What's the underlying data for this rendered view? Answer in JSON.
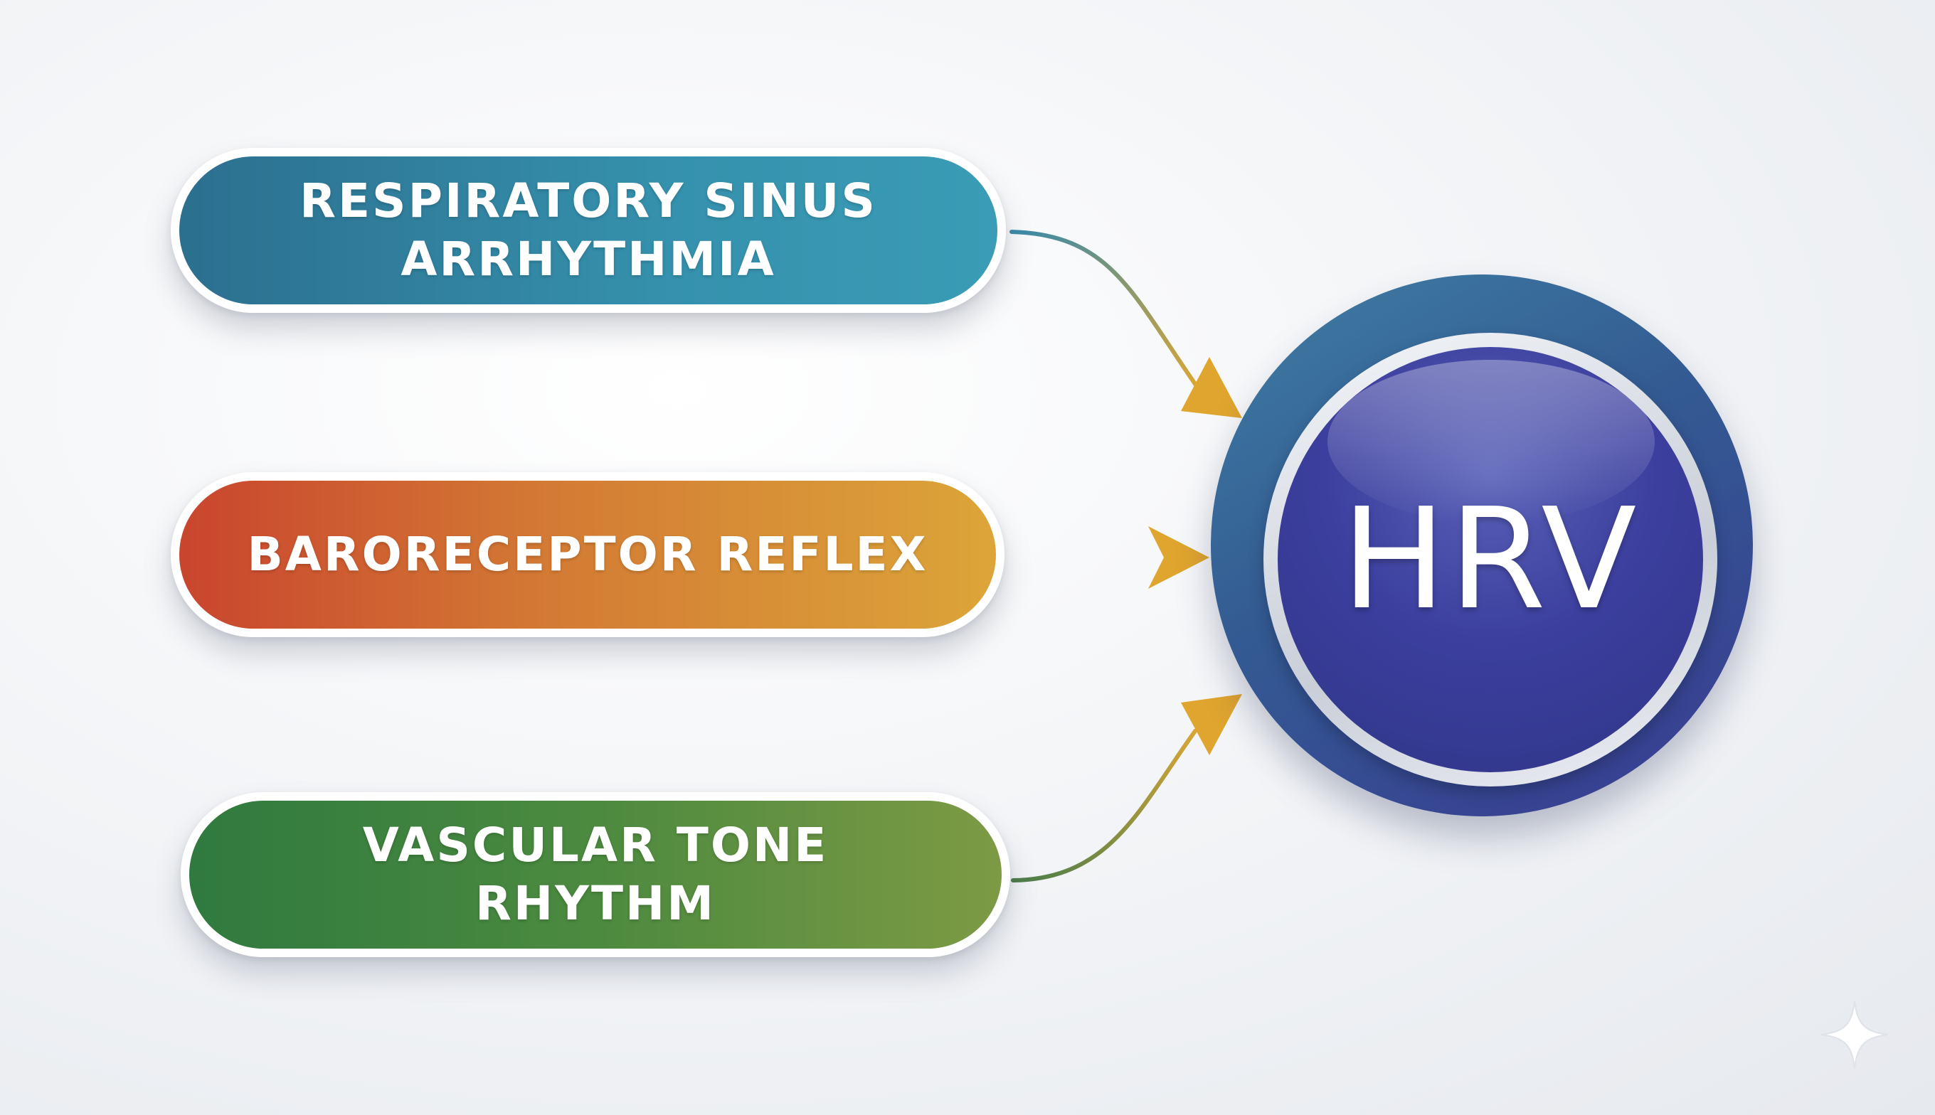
{
  "diagram": {
    "inputs": [
      {
        "label": "RESPIRATORY SINUS\nARRHYTHMIA",
        "color": "#3591ad"
      },
      {
        "label": "BARORECEPTOR REFLEX",
        "color": "#d37a34"
      },
      {
        "label": "VASCULAR TONE\nRHYTHM",
        "color": "#4c8a3f"
      }
    ],
    "target": {
      "label": "HRV",
      "color": "#3c3f9e"
    },
    "arrow_color": "#e0a52e",
    "icons": {
      "corner": "sparkle-icon"
    }
  }
}
